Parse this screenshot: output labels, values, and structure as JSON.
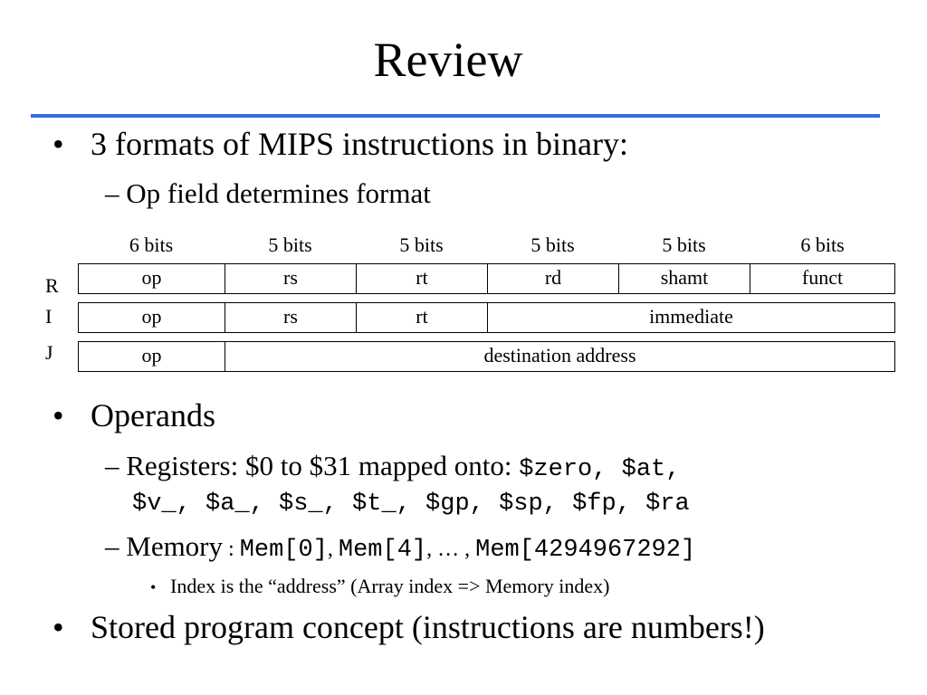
{
  "slide": {
    "title": "Review",
    "bullet1": "3 formats of MIPS instructions in binary:",
    "bullet1_sub": "– Op field determines format",
    "bits": [
      "6 bits",
      "5 bits",
      "5 bits",
      "5 bits",
      "5 bits",
      "6 bits"
    ],
    "formats": {
      "r": {
        "label": "R",
        "fields": [
          "op",
          "rs",
          "rt",
          "rd",
          "shamt",
          "funct"
        ]
      },
      "i": {
        "label": "I",
        "fields": [
          "op",
          "rs",
          "rt",
          "immediate"
        ]
      },
      "j": {
        "label": "J",
        "fields": [
          "op",
          "destination address"
        ]
      }
    },
    "bullet2": "Operands",
    "registers_prefix": "– Registers: $0 to $31 mapped onto: ",
    "registers_line1_mono": "$zero, $at,",
    "registers_line2_mono": "$v_, $a_, $s_, $t_, $gp, $sp, $fp, $ra",
    "memory_prefix": "– Memory",
    "memory_colon": " : ",
    "memory_mem0": "Mem[0]",
    "memory_sep1": ", ",
    "memory_mem4": "Mem[4]",
    "memory_ellipsis": ", … , ",
    "memory_memlast": "Mem[4294967292]",
    "memory_sub": "Index is the “address” (Array index => Memory index)",
    "bullet3": "Stored program concept (instructions are numbers!)",
    "bullet_glyph": "•"
  },
  "colors": {
    "rule": "#2f6fe0"
  }
}
